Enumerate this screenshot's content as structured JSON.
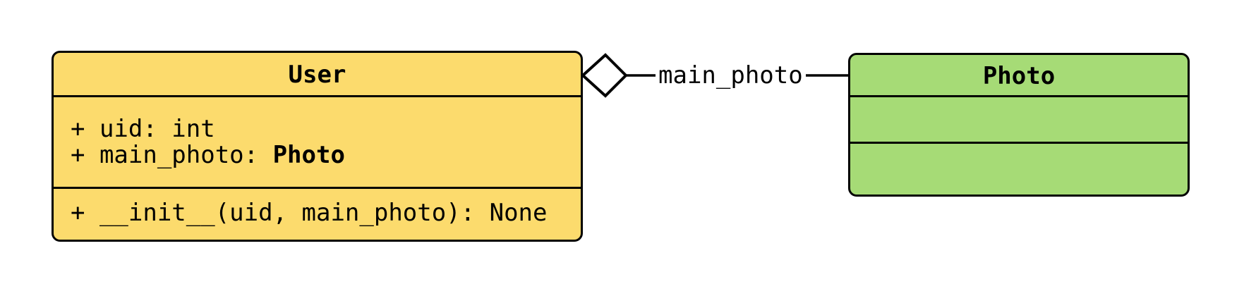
{
  "diagram_type": "uml-class-diagram",
  "colors": {
    "background": "#FFFFFF",
    "border": "#000000",
    "text": "#000000",
    "user_fill": "#FCDB6D",
    "photo_fill": "#A6DB76",
    "diamond_fill": "#FFFFFF"
  },
  "classes": {
    "user": {
      "name": "User",
      "attributes": [
        {
          "plain": "+ uid: int",
          "bold": ""
        },
        {
          "plain": "+ main_photo: ",
          "bold": "Photo"
        }
      ],
      "methods": [
        "+ __init__(uid, main_photo): None"
      ]
    },
    "photo": {
      "name": "Photo",
      "attributes": [],
      "methods": []
    }
  },
  "connector": {
    "type": "aggregation",
    "diamond_side": "User",
    "label": "main_photo"
  }
}
